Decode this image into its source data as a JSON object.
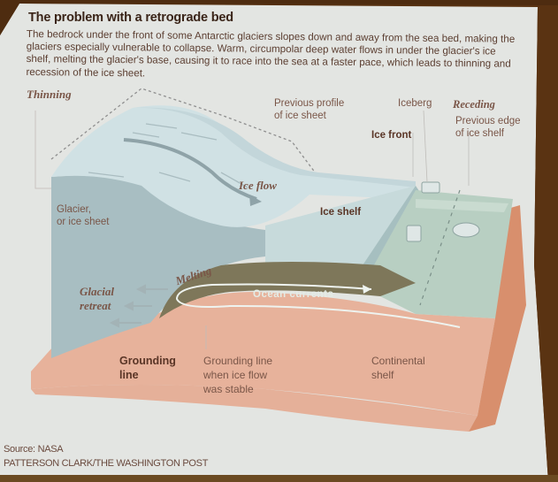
{
  "figure": {
    "title": "The problem with a retrograde bed",
    "intro": "The bedrock under the front of some Antarctic glaciers slopes down and away from the sea bed, making the glaciers especially vulnerable to collapse. Warm, circumpolar deep water flows in under the glacier's ice shelf, melting the glacier's base, causing it to race into the sea at a faster pace, which leads to  thinning and recession of the ice sheet."
  },
  "labels": {
    "thinning": "Thinning",
    "previous_profile": "Previous profile\nof ice sheet",
    "iceberg": "Iceberg",
    "receding": "Receding",
    "previous_edge": "Previous edge\nof ice shelf",
    "ice_front": "Ice front",
    "ice_flow": "Ice flow",
    "glacier": "Glacier,\nor ice sheet",
    "ice_shelf": "Ice shelf",
    "melting": "Melting",
    "ocean_currents": "Ocean currents",
    "glacial_retreat": "Glacial\nretreat",
    "grounding_line": "Grounding\nline",
    "grounding_line_stable": "Grounding line\nwhen ice flow\nwas stable",
    "continental_shelf": "Continental\nshelf"
  },
  "credits": {
    "source": "Source: NASA",
    "author": "PATTERSON CLARK/THE WASHINGTON POST"
  },
  "colors": {
    "background": "#5a3312",
    "paper": "#e4e6e3",
    "ice_top": "#cfe0e3",
    "ice_side": "#a9bfc3",
    "water": "#b9d0c4",
    "bedrock": "#e8b39c",
    "bedrock_side": "#d98d6c",
    "melt_zone": "#7a7458",
    "label_text": "#7a5648"
  }
}
